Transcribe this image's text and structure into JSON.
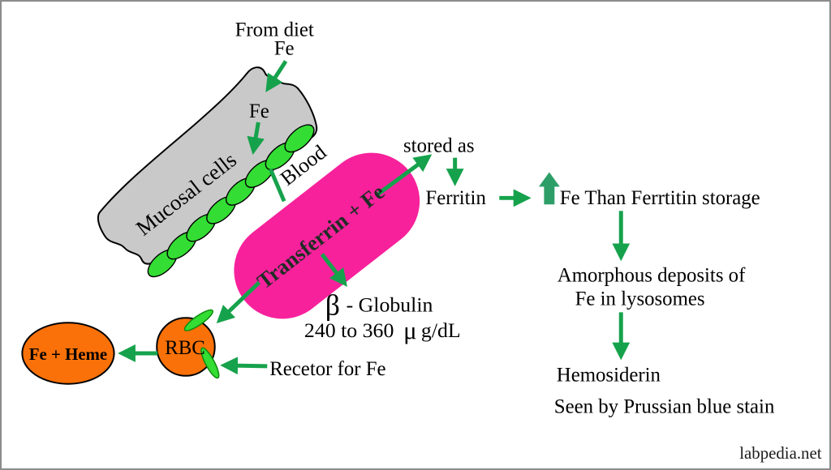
{
  "colors": {
    "arrow_green": "#16a24c",
    "block_arrow_green": "#2e9e68",
    "bright_green": "#33dd33",
    "crescent_edge": "#0e8a0e",
    "gray_fill": "#c9c9c9",
    "pink": "#f7219c",
    "orange": "#f97108",
    "ink": "#000000",
    "transferrin_text": "#1f2d24",
    "border_gray": "#8c8c8c"
  },
  "labels": {
    "from_diet": "From diet",
    "fe_top": "Fe",
    "fe_mucosal": "Fe",
    "mucosal_cells": "Mucosal cells",
    "blood": "Blood",
    "transferrin": "Transferrin + Fe",
    "stored_as": "stored as",
    "ferritin": "Ferritin",
    "fe_than_storage": "Fe Than Ferrtitin storage",
    "amorphous_line1": "Amorphous deposits of",
    "amorphous_line2": "Fe in lysosomes",
    "hemosiderin": "Hemosiderin",
    "prussian": "Seen by Prussian blue stain",
    "beta": "β",
    "globulin": "- Globulin",
    "range_pre": "240 to 360",
    "mu": "μ",
    "range_post": "g/dL",
    "rbc": "RBC",
    "fe_heme": "Fe + Heme",
    "receptor": "Recetor for Fe",
    "watermark": "labpedia.net"
  }
}
